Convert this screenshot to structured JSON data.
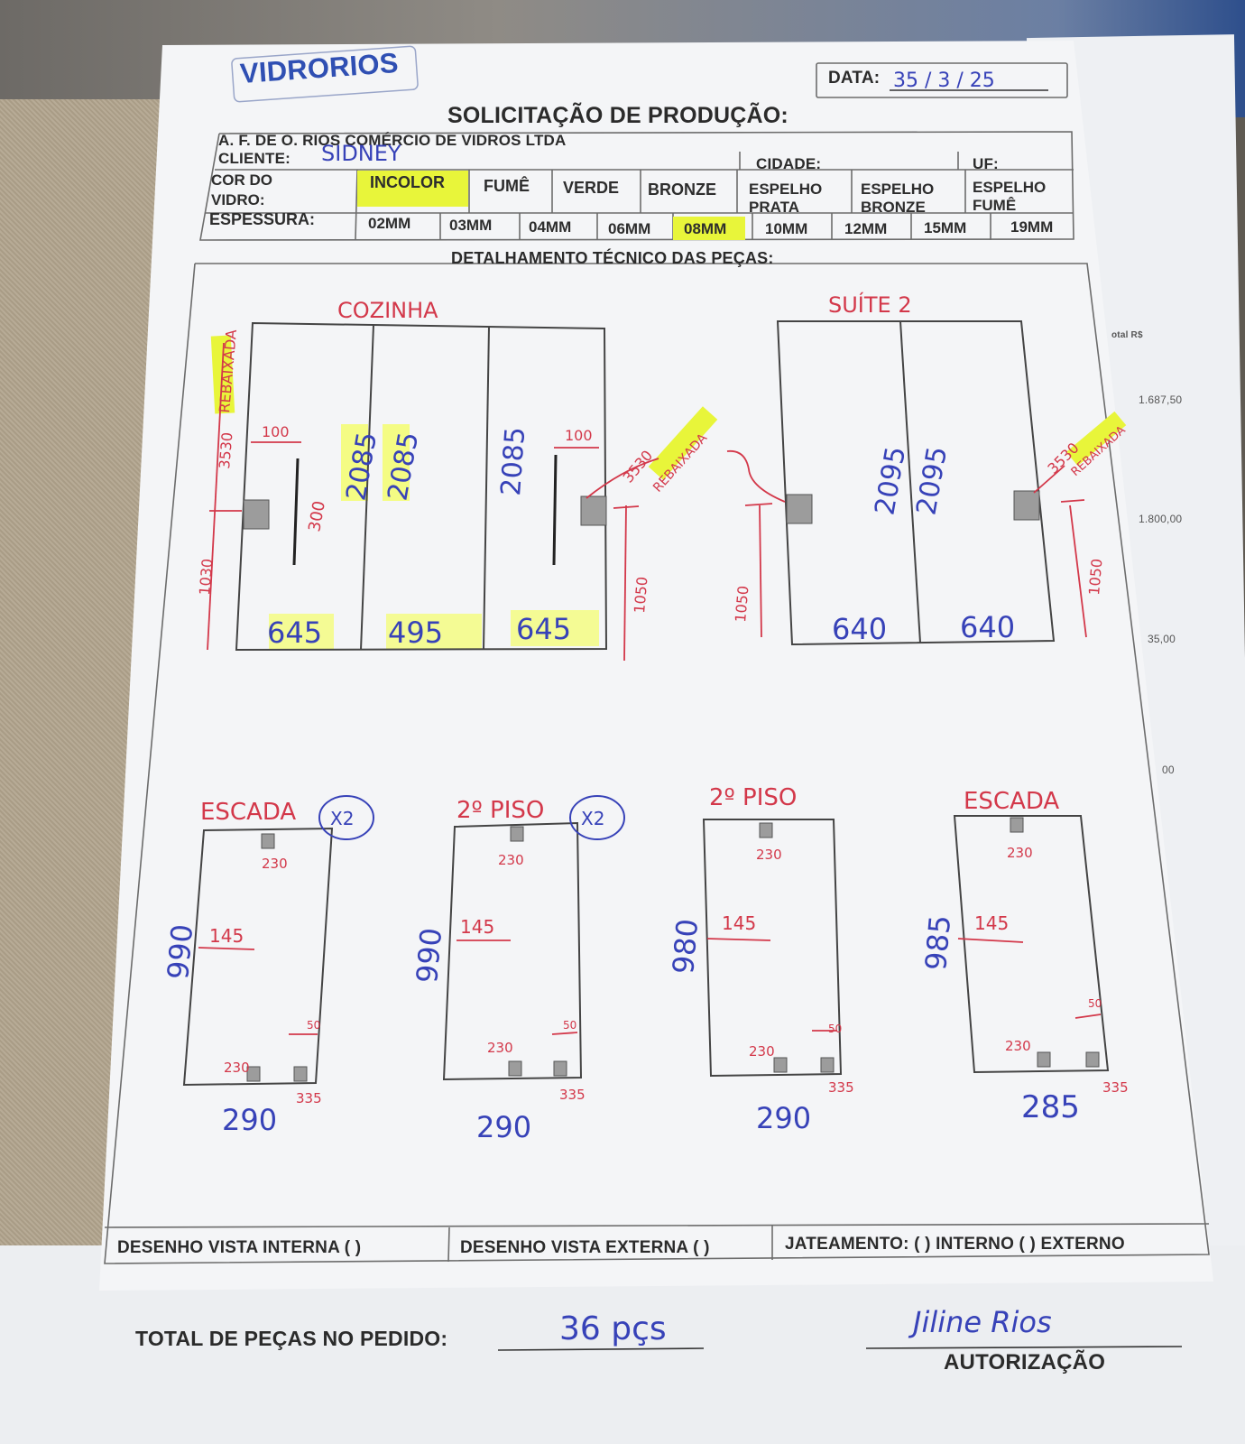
{
  "logo": "VIDRORIOS",
  "header": {
    "data_label": "DATA:",
    "data_value": "35 / 3 / 25",
    "title": "SOLICITAÇÃO DE PRODUÇÃO:",
    "company": "A. F. DE O. RIOS COMÉRCIO DE VIDROS LTDA",
    "cliente_label": "CLIENTE:",
    "cliente_value": "SIDNEY",
    "cidade_label": "CIDADE:",
    "uf_label": "UF:"
  },
  "cor_vidro": {
    "label_line1": "COR DO",
    "label_line2": "VIDRO:",
    "options": [
      "INCOLOR",
      "FUMÊ",
      "VERDE",
      "BRONZE",
      "ESPELHO PRATA",
      "ESPELHO BRONZE",
      "ESPELHO FUMÊ"
    ],
    "selected": "INCOLOR"
  },
  "espessura": {
    "label": "ESPESSURA:",
    "options": [
      "02MM",
      "03MM",
      "04MM",
      "06MM",
      "08MM",
      "10MM",
      "12MM",
      "15MM",
      "19MM"
    ],
    "selected": "08MM"
  },
  "section_title": "DETALHAMENTO TÉCNICO DAS PEÇAS:",
  "drawings": {
    "cozinha": {
      "title": "COZINHA",
      "widths": [
        "645",
        "495",
        "645"
      ],
      "heights": [
        "2085",
        "2085",
        "2085"
      ],
      "left_notes": [
        "REBAIXADA",
        "3530",
        "1030",
        "100",
        "300"
      ],
      "right_notes": [
        "100",
        "3530",
        "REBAIXADA",
        "1050"
      ]
    },
    "suite2": {
      "title": "SUÍTE 2",
      "widths": [
        "640",
        "640"
      ],
      "heights": [
        "2095",
        "2095"
      ],
      "left_notes": [
        "1050"
      ],
      "right_notes": [
        "3530",
        "REBAIXADA",
        "1050"
      ]
    },
    "small": [
      {
        "title": "ESCADA",
        "mult": "X2",
        "height": "990",
        "width": "290",
        "top": "230",
        "mid": "145",
        "lower": "230",
        "corner": "335",
        "small": "50"
      },
      {
        "title": "2º PISO",
        "mult": "X2",
        "height": "990",
        "width": "290",
        "top": "230",
        "mid": "145",
        "lower": "230",
        "corner": "335",
        "small": "50"
      },
      {
        "title": "2º PISO",
        "mult": "",
        "height": "980",
        "width": "290",
        "top": "230",
        "mid": "145",
        "lower": "230",
        "corner": "335",
        "small": "50"
      },
      {
        "title": "ESCADA",
        "mult": "",
        "height": "985",
        "width": "285",
        "top": "230",
        "mid": "145",
        "lower": "230",
        "corner": "335",
        "small": "50"
      }
    ]
  },
  "footer_boxes": {
    "interna": "DESENHO VISTA INTERNA (  )",
    "externa": "DESENHO VISTA EXTERNA (  )",
    "jateamento": "JATEAMENTO: (  ) INTERNO (  ) EXTERNO"
  },
  "total_label": "TOTAL DE PEÇAS NO PEDIDO:",
  "total_value": "36 pçs",
  "signature": "Jiline Rios",
  "autorizacao_label": "AUTORIZAÇÃO",
  "back_sheet_values": [
    "otal R$",
    "1.687,50",
    "1.800,00",
    "35,00",
    "00"
  ],
  "colors": {
    "highlight": "#e8f53a",
    "pen_blue": "#3742b8",
    "pen_red": "#d3384a"
  }
}
